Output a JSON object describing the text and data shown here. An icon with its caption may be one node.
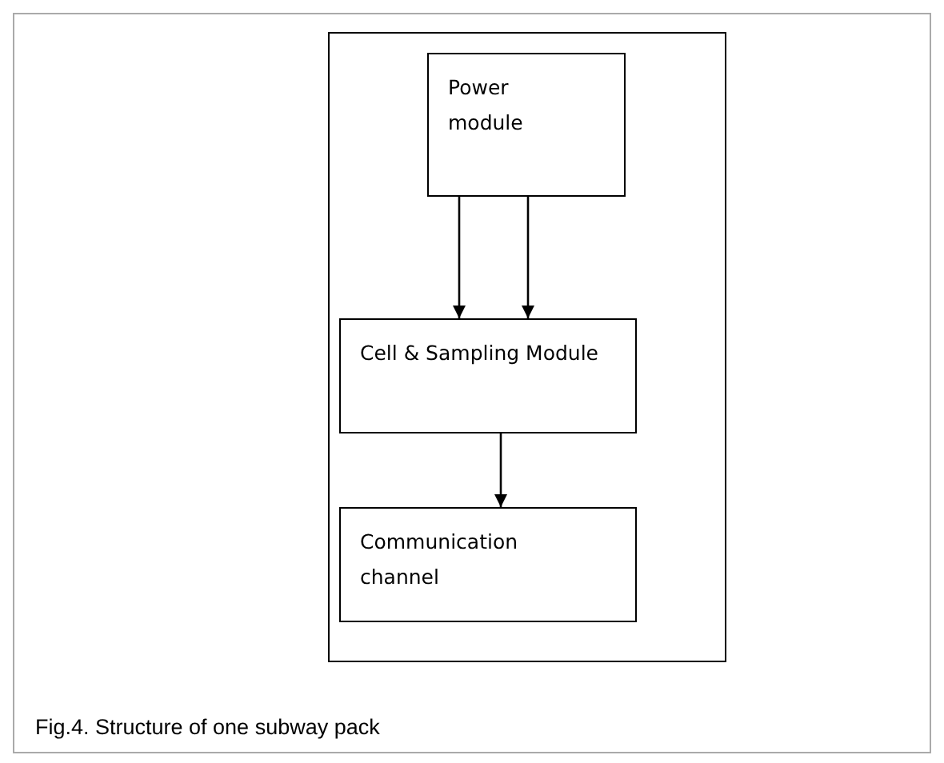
{
  "diagram": {
    "caption": "Fig.4. Structure of one subway pack",
    "nodes": [
      {
        "text": [],
        "shape": "box"
      },
      {
        "text": [
          "Power module"
        ],
        "in": 0
      },
      {
        "text": [
          "Cell & Sampling Module"
        ],
        "in": 0
      },
      {
        "text": [
          "Communication channel"
        ],
        "in": 0
      }
    ],
    "edges": [
      {
        "from": 1,
        "to": 2,
        "arrow": "to"
      },
      {
        "from": 1,
        "to": 2,
        "arrow": "to"
      },
      {
        "from": 2,
        "to": 3,
        "arrow": "to"
      }
    ]
  }
}
